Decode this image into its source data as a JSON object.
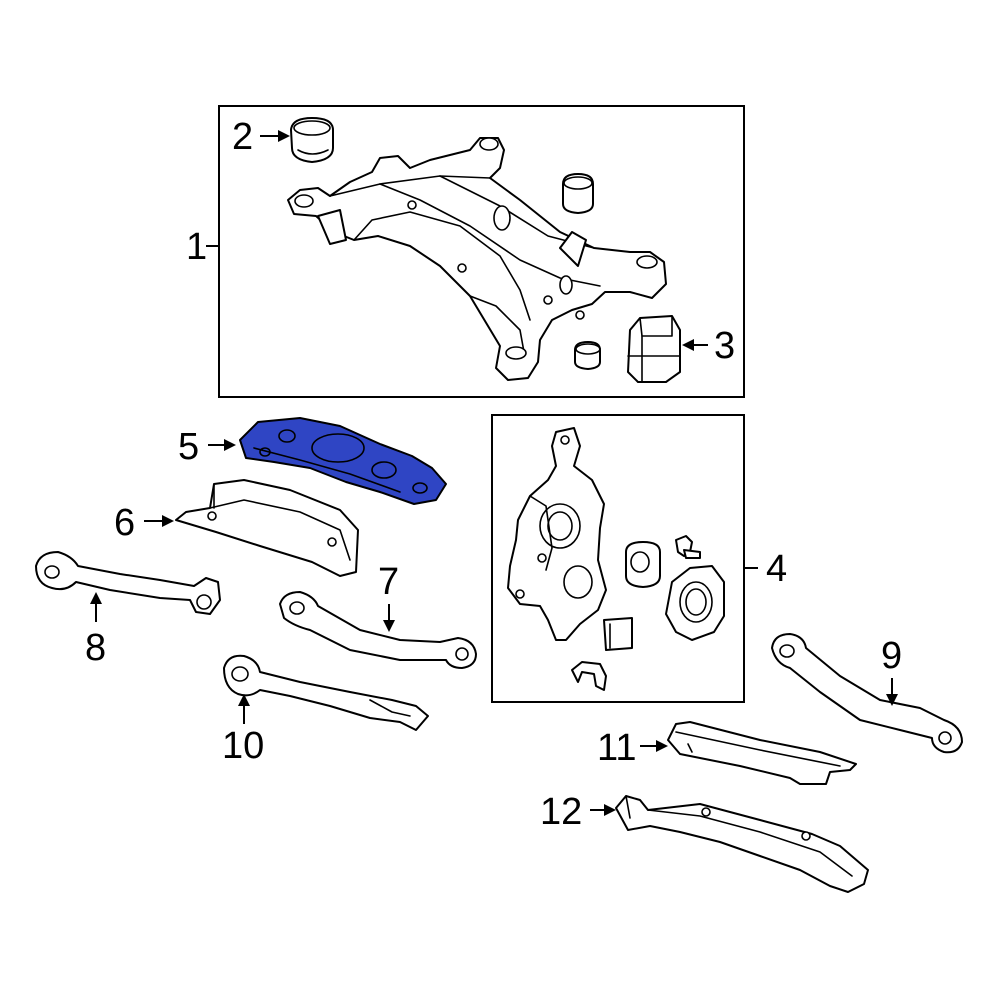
{
  "diagram": {
    "highlight_color": "#2f45c4",
    "highlighted_part": "5",
    "callouts": [
      "1",
      "2",
      "3",
      "4",
      "5",
      "6",
      "7",
      "8",
      "9",
      "10",
      "11",
      "12"
    ]
  }
}
